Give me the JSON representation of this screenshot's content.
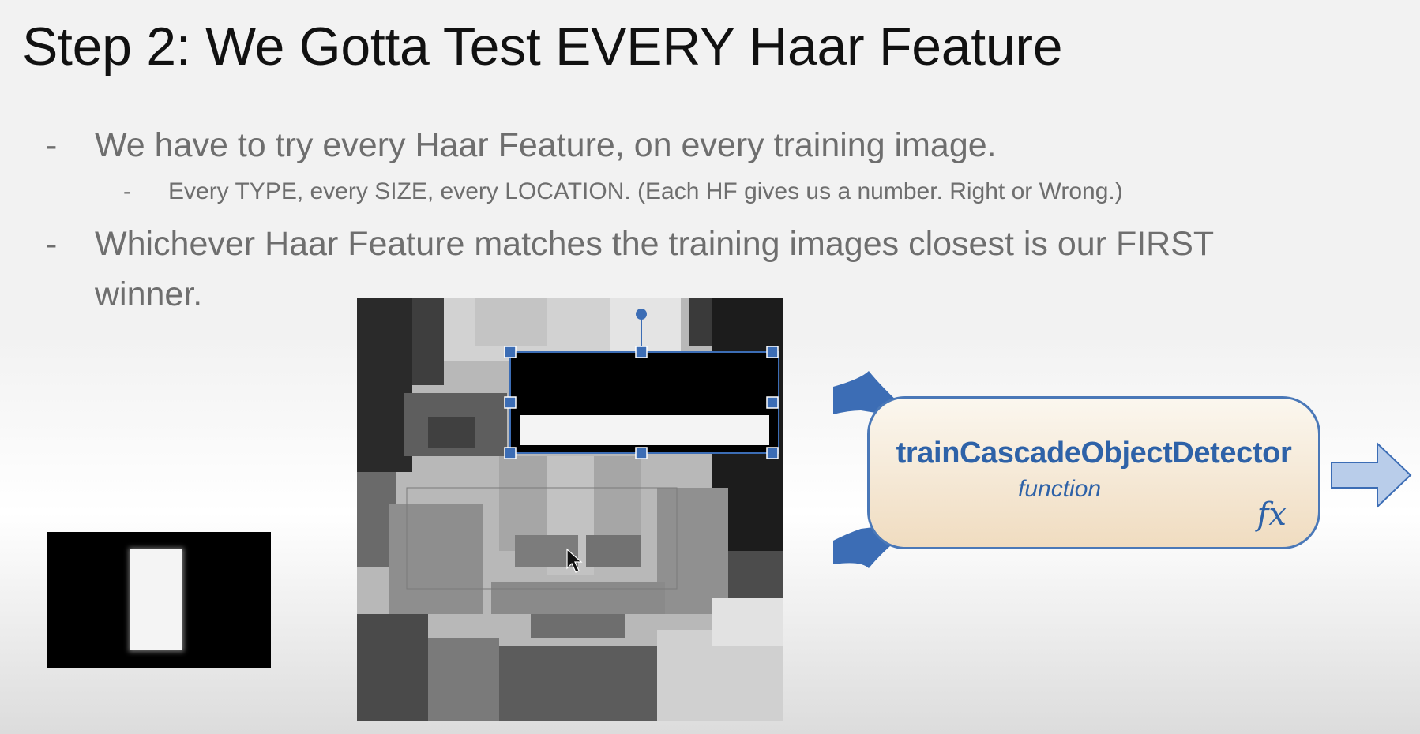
{
  "slide": {
    "title": "Step 2: We Gotta Test EVERY Haar Feature",
    "bullets": [
      {
        "dash": "-",
        "text": "We have to try every Haar Feature, on every training image."
      },
      {
        "dash": "-",
        "text": "Every TYPE, every SIZE, every LOCATION. (Each HF gives us a number. Right or Wrong.)"
      },
      {
        "dash": "-",
        "text": "Whichever Haar Feature matches the training images closest is our FIRST winner."
      }
    ]
  },
  "function_block": {
    "name": "trainCascadeObjectDetector",
    "type_label": "function",
    "icon": "fx-icon",
    "icon_text": "fx",
    "color": "#2e62a8"
  },
  "icons": {
    "small_haar_feature": "haar-feature-vertical-icon",
    "face_image": "pixelated-face-image",
    "selected_feature": "haar-feature-horizontal-selected",
    "mouse_cursor": "cursor-arrow-icon"
  }
}
